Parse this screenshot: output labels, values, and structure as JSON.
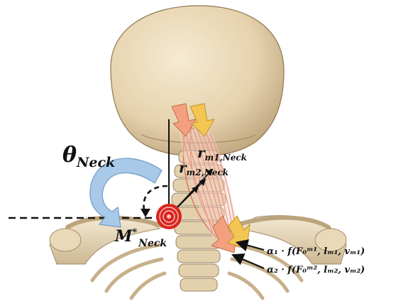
{
  "labels": {
    "theta_main": "θ",
    "theta_sub": "Neck",
    "r1_main": "r",
    "r1_sub": "m1,Neck",
    "r2_main": "r",
    "r2_sub": "m2,Neck",
    "moment_main": "M",
    "moment_sup": "*",
    "moment_sub": "Neck",
    "force1": "α₁ · f(F₀ᵐ¹, lₘ₁, vₘ₁)",
    "force2": "α₂ · f(F₀ᵐ², lₘ₂, vₘ₂)"
  },
  "colors": {
    "skull": "#e8d7b6",
    "bone": "#eadcc0",
    "muscle": "#e05a4a",
    "arrow_salmon": "#f2a07e",
    "arrow_yellow": "#f3c552",
    "angle_arrow": "#9fc3e6",
    "joint": "#d9251f"
  }
}
